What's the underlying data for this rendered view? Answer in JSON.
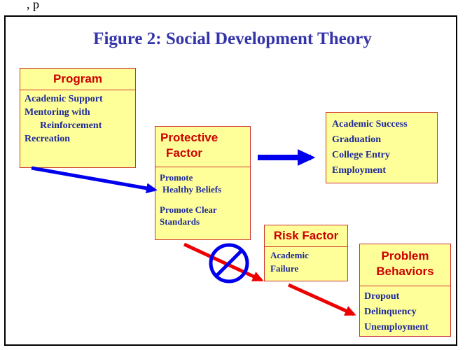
{
  "top_text": ", p",
  "title": "Figure 2: Social Development Theory",
  "program": {
    "header": "Program",
    "items": [
      "Academic Support",
      "Mentoring with",
      "Reinforcement",
      "Recreation"
    ]
  },
  "protective": {
    "header_lines": [
      "Protective",
      "Factor"
    ],
    "items": [
      "Promote",
      "Healthy Beliefs",
      "Promote Clear",
      "Standards"
    ]
  },
  "outcomes": {
    "items": [
      "Academic Success",
      "Graduation",
      "College Entry",
      "Employment"
    ]
  },
  "risk": {
    "header": "Risk Factor",
    "items": [
      "Academic",
      "Failure"
    ]
  },
  "problem": {
    "header_lines": [
      "Problem",
      "Behaviors"
    ],
    "items": [
      "Dropout",
      "Delinquency",
      "Unemployment"
    ]
  },
  "colors": {
    "title": "#3333aa",
    "box_fill": "#ffff99",
    "box_border": "#cc3333",
    "header_text": "#cc0000",
    "body_text": "#1f2a99",
    "blue_arrow": "#0000ee",
    "red_arrow": "#ee0000"
  },
  "icons": [
    "prohibition-sign-icon"
  ]
}
